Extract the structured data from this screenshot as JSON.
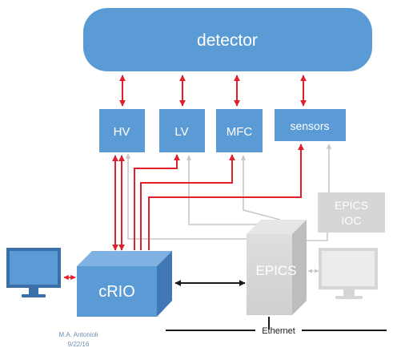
{
  "nodes": {
    "detector": "detector",
    "hv": "HV",
    "lv": "LV",
    "mfc": "MFC",
    "sensors": "sensors",
    "crio": "cRIO",
    "epics": "EPICS",
    "epics_ioc_line1": "EPICS",
    "epics_ioc_line2": "IOC"
  },
  "labels": {
    "ethernet": "Ethernet",
    "author": "M.A. Antonioli",
    "date": "9/22/16"
  },
  "colors": {
    "module_blue": "#5b9bd5",
    "module_dark": "#3f78b5",
    "control_red": "#e0202a",
    "inactive_gray": "#d4d4d4",
    "network_black": "#1a1a1a"
  },
  "icons": {
    "left_monitor": "monitor-icon",
    "right_monitor": "monitor-icon"
  }
}
